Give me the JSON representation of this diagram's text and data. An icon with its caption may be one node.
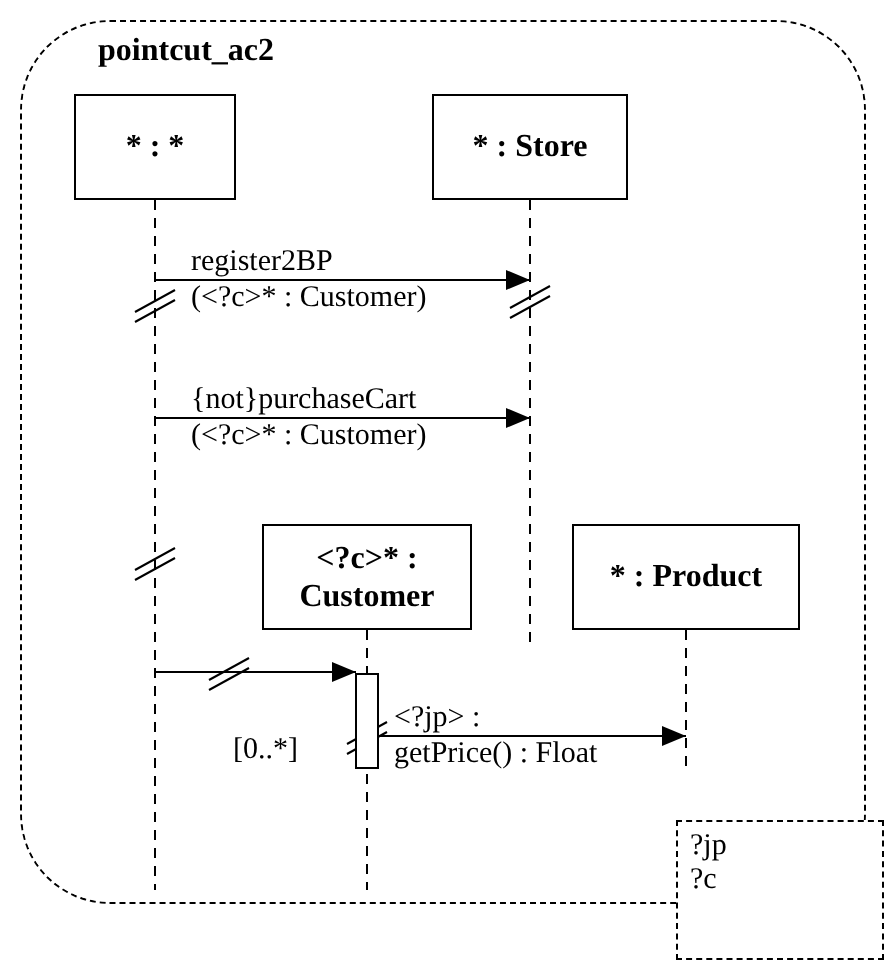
{
  "diagram": {
    "nodes": [
      {
        "text": [
          "pointcut_ac2"
        ]
      },
      {
        "text": [
          "* : *"
        ],
        "in": 0
      },
      {
        "text": [
          "* : Store"
        ],
        "in": 0
      },
      {
        "text": [
          "<?c>* : Customer"
        ],
        "in": 0
      },
      {
        "text": [
          "* : Product"
        ],
        "in": 0
      },
      {
        "text": [
          "?jp",
          "?c"
        ]
      }
    ],
    "edges": [
      {
        "from": 1,
        "to": 2,
        "arrow": "to",
        "label": "register2BP (<?c>* : Customer)"
      },
      {
        "from": 1,
        "to": 2,
        "arrow": "to",
        "label": "{not}purchaseCart (<?c>* : Customer)"
      },
      {
        "from": 1,
        "to": 3,
        "arrow": "to",
        "label": "[0..*]"
      },
      {
        "from": 3,
        "to": 4,
        "arrow": "to",
        "label": "<?jp> : getPrice() : Float"
      }
    ]
  }
}
